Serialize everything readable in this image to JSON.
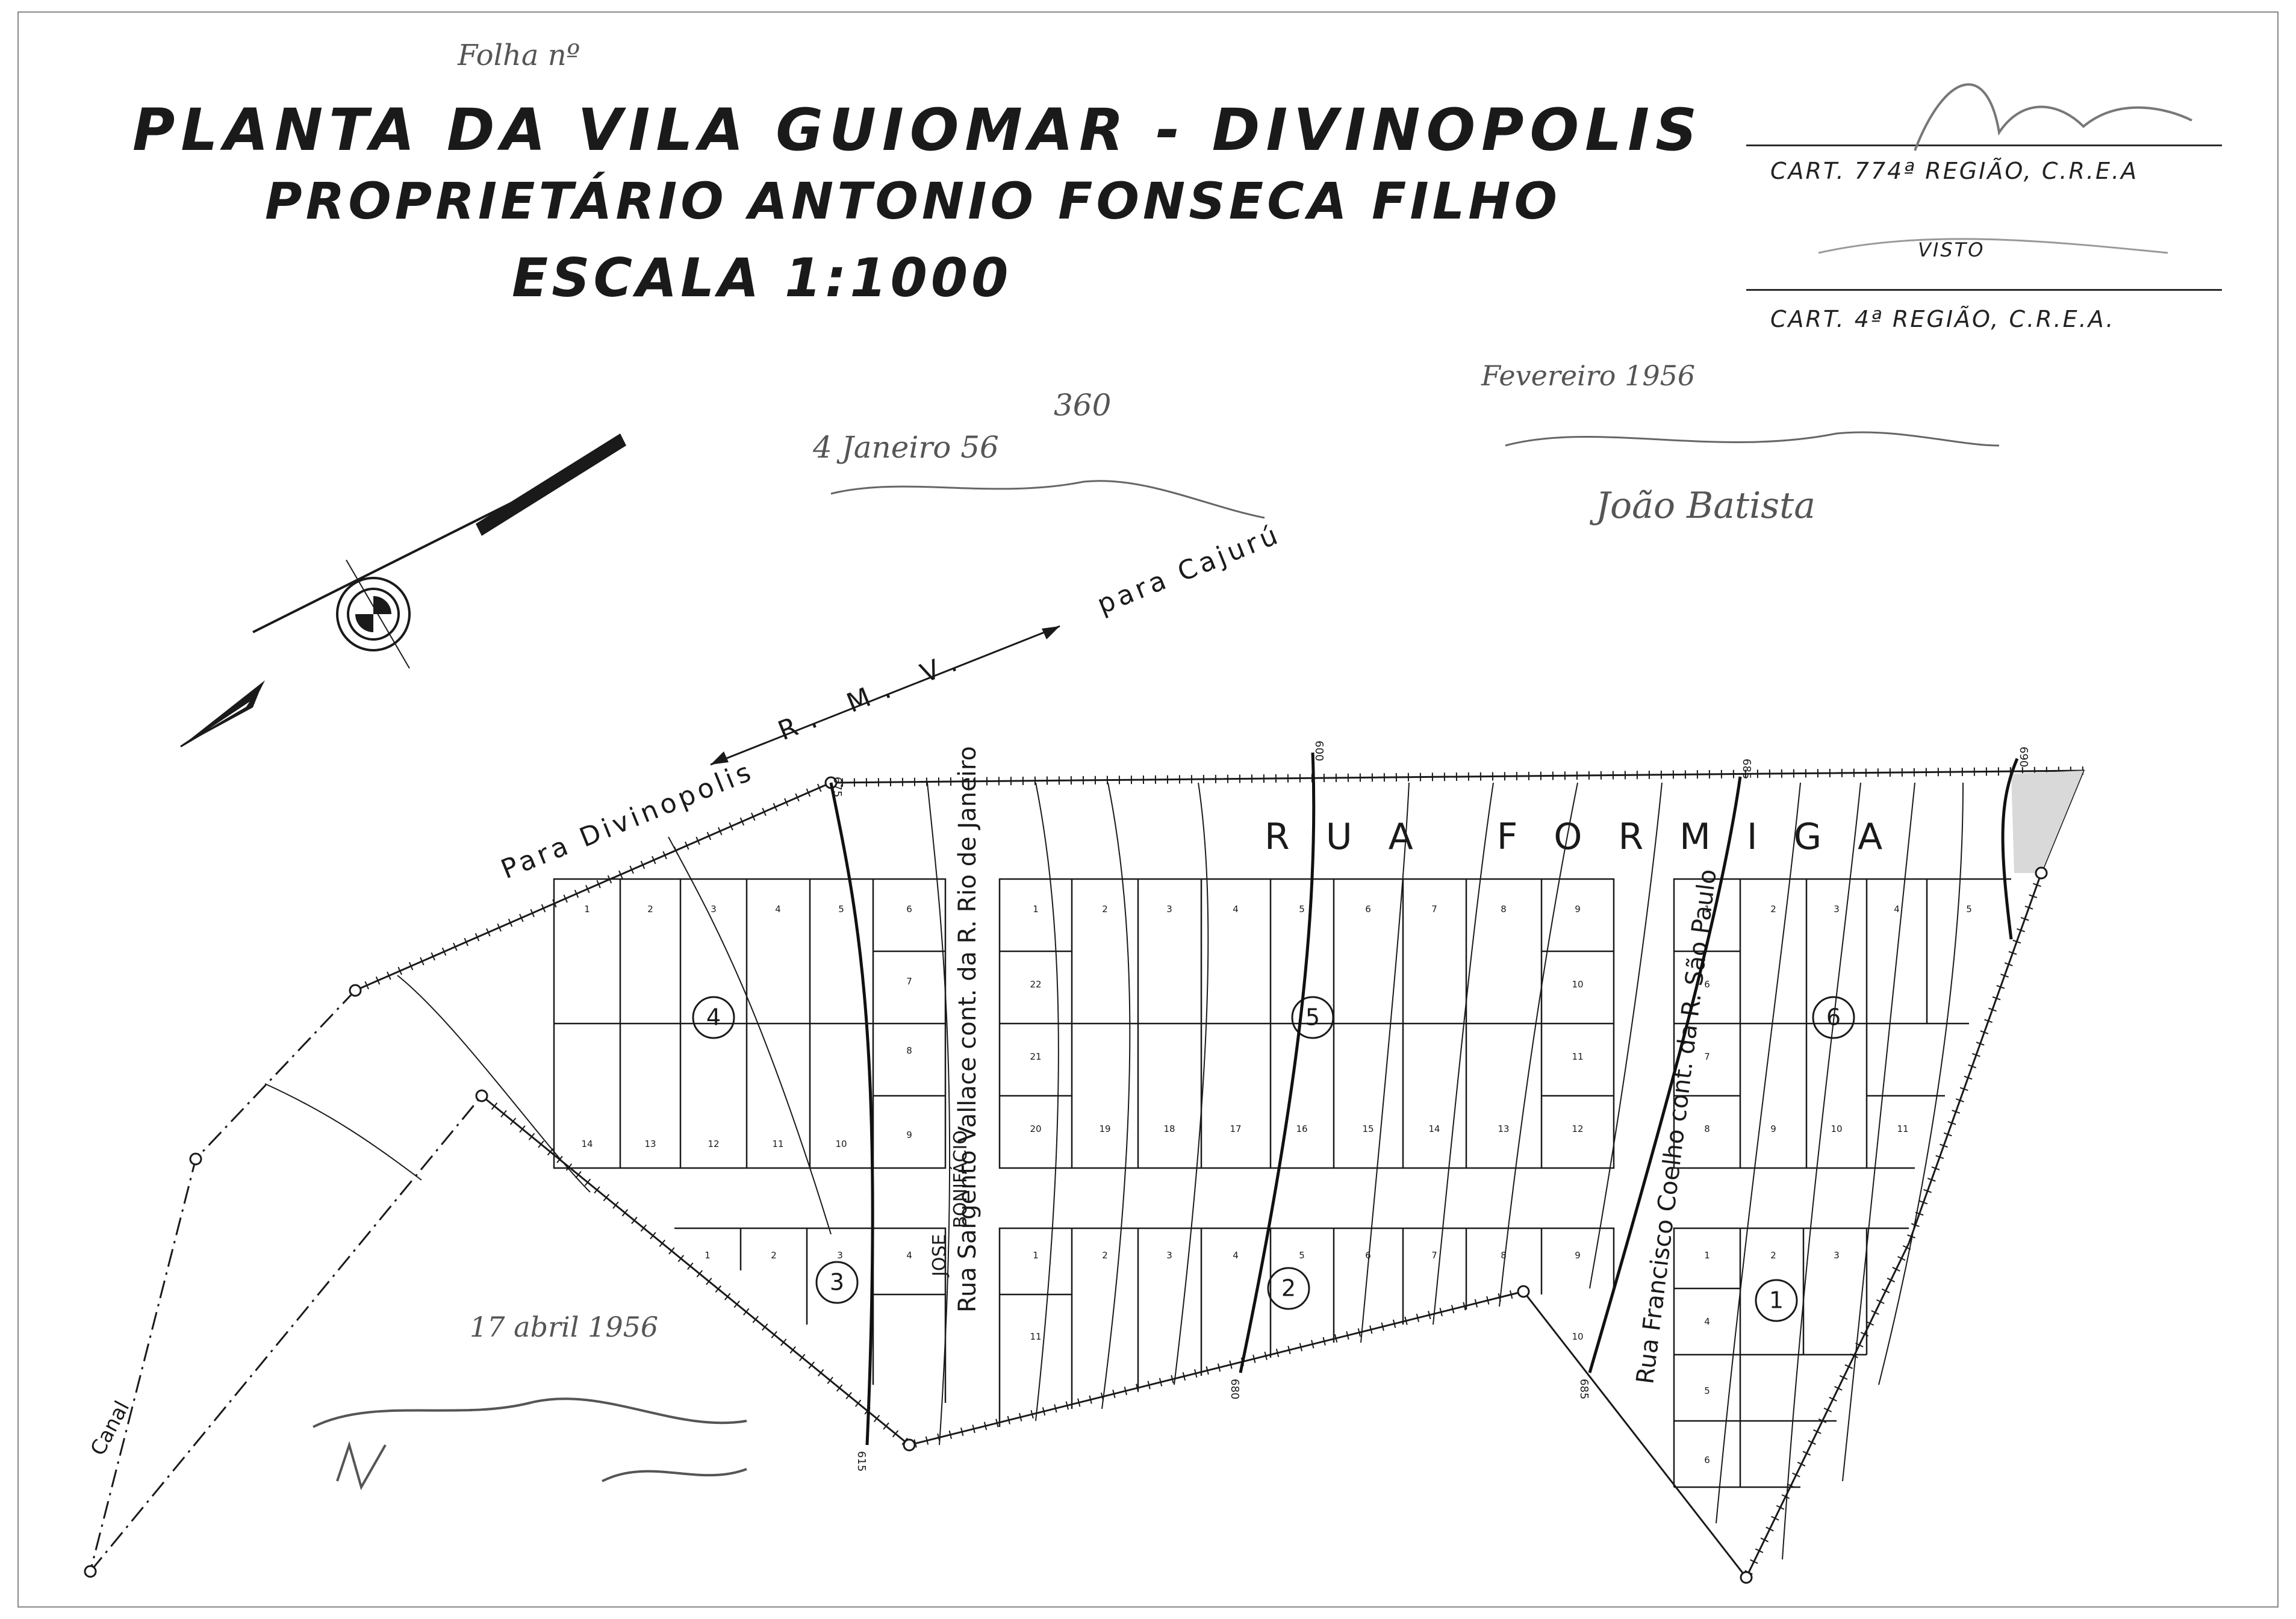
{
  "title": {
    "line1": "PLANTA DA VILA GUIOMAR - DIVINOPOLIS",
    "line2": "PROPRIETÁRIO ANTONIO FONSECA FILHO",
    "line3": "ESCALA 1:1000"
  },
  "stamp": {
    "line1": "CART. 774ª REGIÃO, C.R.E.A",
    "visto": "VISTO",
    "line2": "CART.     4ª REGIÃO, C.R.E.A."
  },
  "annotations": {
    "top_left_note": "Folha nº",
    "note_a_line1": "360",
    "note_a_line2": "4 Janeiro 56",
    "note_b_date": "Fevereiro 1956",
    "note_b_name": "João Batista",
    "bottom_note_date": "17 abril 1956"
  },
  "roads": {
    "railway": "R. M. V.",
    "to_cajuru": "para Cajurú",
    "to_divinopolis": "Para Divinopolis",
    "rua_formiga": "RUA FORMIGA",
    "rua_jose_line1": "JOSE",
    "rua_jose_line2": "BONIFÁCIO",
    "rua_sargento": "Rua Sargento Vallace cont. da R. Rio de Janeiro",
    "rua_francisco": "Rua Francisco Coelho cont. da R. São Paulo",
    "canal": "Canal"
  },
  "contours": {
    "c675": "675",
    "c600": "600",
    "c685": "685",
    "c690": "690",
    "c615": "615",
    "c680": "680",
    "c685b": "685"
  },
  "blocks": [
    {
      "id": "1",
      "label": "1"
    },
    {
      "id": "2",
      "label": "2"
    },
    {
      "id": "3",
      "label": "3"
    },
    {
      "id": "4",
      "label": "4"
    },
    {
      "id": "5",
      "label": "5"
    },
    {
      "id": "6",
      "label": "6"
    }
  ],
  "lots": {
    "block4_top": [
      "1",
      "2",
      "3",
      "4",
      "5",
      "6"
    ],
    "block4_right": [
      "7",
      "8",
      "9"
    ],
    "block4_bottom": [
      "14",
      "13",
      "12",
      "11",
      "10"
    ],
    "block5_top": [
      "1",
      "2",
      "3",
      "4",
      "5",
      "6",
      "7",
      "8",
      "9"
    ],
    "block5_left": [
      "22",
      "21",
      "20"
    ],
    "block5_right": [
      "10",
      "11",
      "12"
    ],
    "block5_bottom": [
      "19",
      "18",
      "17",
      "16",
      "15",
      "14",
      "13"
    ],
    "block6_top": [
      "1",
      "2",
      "3",
      "4",
      "5"
    ],
    "block6_left": [
      "6",
      "7",
      "8"
    ],
    "block6_bottom": [
      "9",
      "10",
      "11"
    ],
    "block3_top": [
      "1",
      "2",
      "3",
      "4"
    ],
    "block2_top": [
      "1",
      "2",
      "3",
      "4",
      "5",
      "6",
      "7",
      "8",
      "9"
    ],
    "block2_side": [
      "11",
      "10"
    ],
    "block1_top": [
      "1",
      "2",
      "3"
    ],
    "block1_side": [
      "4",
      "5",
      "6"
    ]
  }
}
